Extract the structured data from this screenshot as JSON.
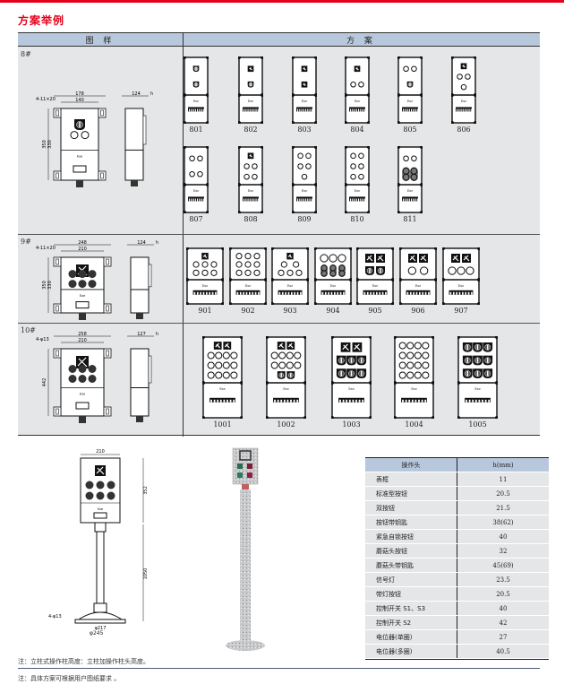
{
  "header": {
    "title": "方案举例"
  },
  "table": {
    "col_drawing": "图 样",
    "col_plan": "方 案",
    "rows": [
      {
        "label": "8#",
        "dims": {
          "width_outer": "178",
          "width_inner": "140",
          "hole": "4-11×20",
          "height_outer": "350",
          "height_inner": "330",
          "depth": "124",
          "h": "h"
        },
        "plans": [
          {
            "id": "801",
            "layout": "key,key"
          },
          {
            "id": "802",
            "layout": "meter,key"
          },
          {
            "id": "803",
            "layout": "meter,meter"
          },
          {
            "id": "804",
            "layout": "meter,o2"
          },
          {
            "id": "805",
            "layout": "o2,key"
          },
          {
            "id": "806",
            "layout": "meter,o2,o1"
          },
          {
            "id": "807",
            "layout": "o2,o2"
          },
          {
            "id": "808",
            "layout": "meter,o2,o2"
          },
          {
            "id": "809",
            "layout": "o2,o2,o1"
          },
          {
            "id": "810",
            "layout": "o2,o2,o2"
          },
          {
            "id": "811",
            "layout": "o2,d2"
          }
        ]
      },
      {
        "label": "9#",
        "dims": {
          "width_outer": "248",
          "width_inner": "210",
          "hole": "4-11×20",
          "height_outer": "350",
          "height_inner": "330",
          "depth": "124",
          "h": "h"
        },
        "plans": [
          {
            "id": "901",
            "layout": "meter,o3,o3"
          },
          {
            "id": "902",
            "layout": "o3,o3,o3"
          },
          {
            "id": "903",
            "layout": "meter,o2w,o3"
          },
          {
            "id": "904",
            "layout": "o3,d3"
          },
          {
            "id": "905",
            "layout": "meter2,key2"
          },
          {
            "id": "906",
            "layout": "meter2,o2"
          },
          {
            "id": "907",
            "layout": "meter2,o3"
          }
        ]
      },
      {
        "label": "10#",
        "dims": {
          "width_outer": "258",
          "width_inner": "210",
          "hole": "4-φ13",
          "height_outer": "442",
          "depth": "127",
          "h": "h"
        },
        "plans": [
          {
            "id": "1001",
            "layout": "meter2,o4,o4,o4"
          },
          {
            "id": "1002",
            "layout": "meter2,o4,o4,key2"
          },
          {
            "id": "1003",
            "layout": "meter2,key3,key3"
          },
          {
            "id": "1004",
            "layout": "o4,o4,o4,o4"
          },
          {
            "id": "1005",
            "layout": "key3,key3,key3"
          }
        ]
      }
    ]
  },
  "column_drawing": {
    "width": "210",
    "box_height": "352",
    "pole_height": "1050",
    "hole": "4-φ13",
    "base_inner": "φ217",
    "base_outer": "φ245",
    "ex_mark": "Exe"
  },
  "ex_mark": "Exe",
  "op_table": {
    "headers": [
      "操作头",
      "h(mm)"
    ],
    "rows": [
      [
        "表框",
        "11"
      ],
      [
        "标准型按钮",
        "20.5"
      ],
      [
        "双按钮",
        "21.5"
      ],
      [
        "按钮带钥匙",
        "38(62)"
      ],
      [
        "紧急自锁按钮",
        "40"
      ],
      [
        "蘑菇头按钮",
        "32"
      ],
      [
        "蘑菇头带钥匙",
        "45(69)"
      ],
      [
        "信号灯",
        "23.5"
      ],
      [
        "带灯按钮",
        "20.5"
      ],
      [
        "控制开关 S1、S3",
        "40"
      ],
      [
        "控制开关 S2",
        "42"
      ],
      [
        "电位器(单圈)",
        "27"
      ],
      [
        "电位器(多圈)",
        "40.5"
      ]
    ]
  },
  "notes": {
    "note1": "注：立柱式操作柱高度：立柱加操作柱头高度。",
    "note2": "注：具体方案可根据用户图纸要求 。"
  },
  "colors": {
    "accent": "#e2001a",
    "header_bg": "#b8c8dc",
    "panel_bg": "#e4e6e7"
  }
}
